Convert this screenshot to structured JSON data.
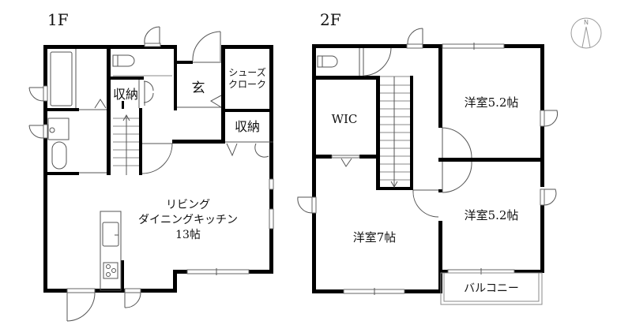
{
  "floors": [
    {
      "label": "1F",
      "rooms": {
        "bath": "",
        "toilet": "",
        "storage_1": "収納",
        "entrance": "玄",
        "shoe_cloak_line1": "シューズ",
        "shoe_cloak_line2": "クローク",
        "storage_2": "収納",
        "ldk_line1": "リビング",
        "ldk_line2": "ダイニングキッチン",
        "ldk_line3": "13帖"
      }
    },
    {
      "label": "2F",
      "rooms": {
        "wic": "WIC",
        "western_ne": "洋室5.2帖",
        "western_se": "洋室5.2帖",
        "western_w": "洋室7帖",
        "balcony": "バルコニー"
      }
    }
  ],
  "compass": {
    "label": "N"
  },
  "colors": {
    "wall": "#000000",
    "fixture": "#555555",
    "background": "#ffffff"
  }
}
